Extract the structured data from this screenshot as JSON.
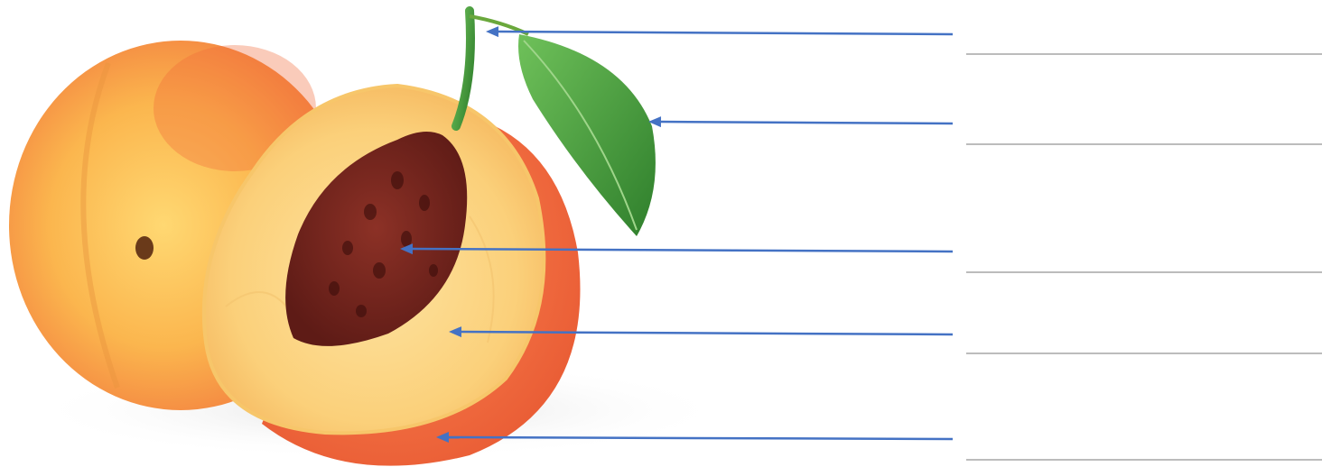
{
  "diagram": {
    "subject": "peach-labelling-worksheet",
    "colors": {
      "arrow": "#4472c4",
      "answer_line": "#a6a6a6",
      "skin_light": "#fbd36a",
      "skin_red": "#ef6a3c",
      "flesh": "#fbd98a",
      "stone": "#7b2a22",
      "stem": "#7fa23a",
      "leaf": "#3f9a3a"
    },
    "labels": [
      {
        "part": "stem",
        "answer": ""
      },
      {
        "part": "leaf",
        "answer": ""
      },
      {
        "part": "seed",
        "answer": ""
      },
      {
        "part": "flesh",
        "answer": ""
      },
      {
        "part": "skin",
        "answer": ""
      }
    ]
  }
}
